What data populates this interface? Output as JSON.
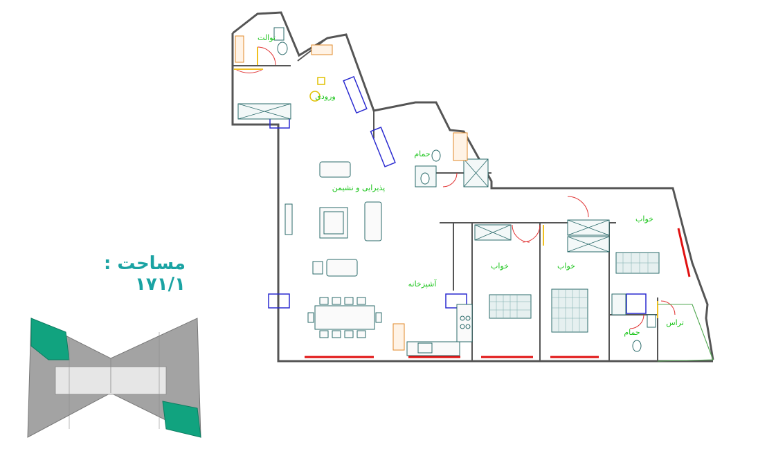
{
  "area_label": "مساحت : ۱۷۱/۱",
  "rooms": {
    "toilet": "توالت",
    "entrance": "ورودی",
    "bath": "حمام",
    "living": "پذیرایی و نشیمن",
    "kitchen": "آشپزخانه",
    "bedroom_1": "خواب",
    "bedroom_2": "خواب",
    "bedroom_3": "خواب",
    "master_bath": "حمام",
    "terrace": "تراس"
  },
  "colors": {
    "wall": "#555555",
    "wall_fill": "#d9d9d9",
    "window": "#e01010",
    "glass": "#2a2ad0",
    "furniture": "#2a6a6a",
    "wardrobe": "#e08a2a",
    "door": "#e03030",
    "label": "#19c419",
    "highlight": "#11a37f",
    "keyplan": "#a3a3a3",
    "title": "#1aa3a3"
  }
}
